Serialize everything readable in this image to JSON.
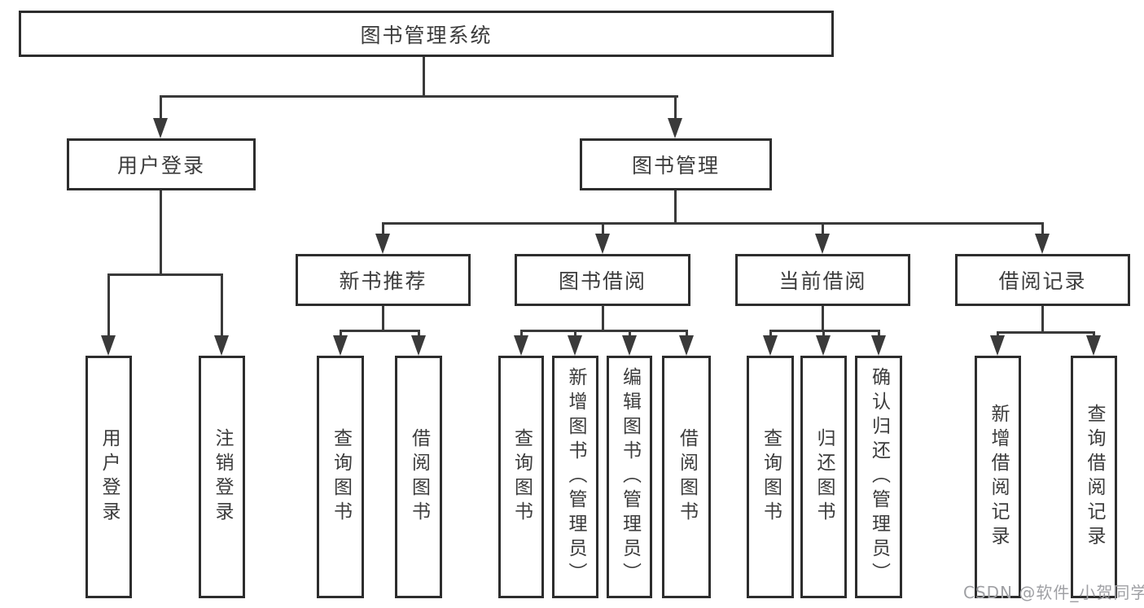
{
  "diagram_type": "function-structure-tree",
  "tree": {
    "root": "图书管理系统",
    "children": [
      {
        "label": "用户登录",
        "children": [
          {
            "label": "用户登录"
          },
          {
            "label": "注销登录"
          }
        ]
      },
      {
        "label": "图书管理",
        "children": [
          {
            "label": "新书推荐",
            "children": [
              {
                "label": "查询图书"
              },
              {
                "label": "借阅图书"
              }
            ]
          },
          {
            "label": "图书借阅",
            "children": [
              {
                "label": "查询图书"
              },
              {
                "label": "新增图书（管理员）"
              },
              {
                "label": "编辑图书（管理员）"
              },
              {
                "label": "借阅图书"
              }
            ]
          },
          {
            "label": "当前借阅",
            "children": [
              {
                "label": "查询图书"
              },
              {
                "label": "归还图书"
              },
              {
                "label": "确认归还（管理员）"
              }
            ]
          },
          {
            "label": "借阅记录",
            "children": [
              {
                "label": "新增借阅记录"
              },
              {
                "label": "查询借阅记录"
              }
            ]
          }
        ]
      }
    ]
  },
  "watermark": "CSDN @软件_小贺同学",
  "colors": {
    "background": "#ffffff",
    "box_border": "#2d2d2d",
    "connector_line": "#3a3a3a",
    "text": "#3c3c3c",
    "watermark_text": "#9fa0a4"
  }
}
